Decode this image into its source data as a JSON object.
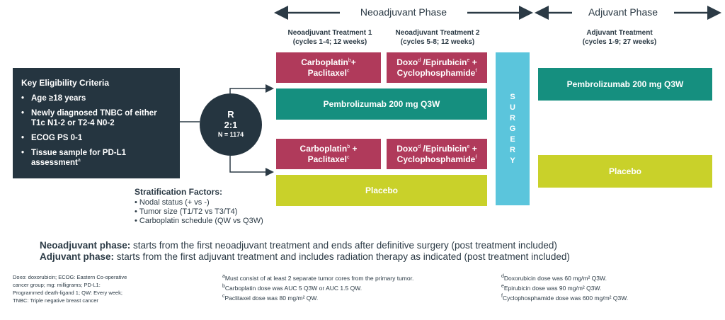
{
  "phases": {
    "neoadjuvant": "Neoadjuvant Phase",
    "adjuvant": "Adjuvant Phase"
  },
  "columns": {
    "neo1_title": "Neoadjuvant Treatment 1",
    "neo1_sub": "(cycles 1-4; 12 weeks)",
    "neo2_title": "Neoadjuvant Treatment 2",
    "neo2_sub": "(cycles 5-8; 12 weeks)",
    "adj_title": "Adjuvant Treatment",
    "adj_sub": "(cycles 1-9; 27 weeks)"
  },
  "eligibility": {
    "title": "Key Eligibility Criteria",
    "items": [
      "Age ≥18 years",
      "Newly diagnosed TNBC of either T1c N1-2 or T2-4 N0-2",
      "ECOG PS 0-1",
      "Tissue sample for PD-L1 assessment"
    ],
    "item4_sup": "a"
  },
  "randomization": {
    "label": "R",
    "ratio": "2:1",
    "n": "N = 1174"
  },
  "arm1": {
    "carbo_a": "Carboplatin",
    "carbo_sup": "b",
    "carbo_b": "+",
    "pacli": "Paclitaxel",
    "pacli_sup": "c",
    "doxo": "Doxo",
    "doxo_sup": "d",
    "epi": "/Epirubicin",
    "epi_sup": "e",
    "epi_plus": "+",
    "cyclo": "Cyclophosphamide",
    "cyclo_sup": "f",
    "pembro": "Pembrolizumab 200 mg Q3W"
  },
  "arm2": {
    "carbo_a": "Carboplatin",
    "carbo_sup": "b",
    "carbo_b": "+",
    "pacli": "Paclitaxel",
    "pacli_sup": "c",
    "doxo": "Doxo",
    "doxo_sup": "d",
    "epi": "/Epirubicin",
    "epi_sup": "e",
    "epi_plus": "+",
    "cyclo": "Cyclophosphamide",
    "cyclo_sup": "f",
    "placebo": "Placebo"
  },
  "surgery": [
    "S",
    "U",
    "R",
    "G",
    "E",
    "R",
    "Y"
  ],
  "adjuvant": {
    "pembro": "Pembrolizumab 200 mg Q3W",
    "placebo": "Placebo"
  },
  "stratification": {
    "title": "Stratification Factors:",
    "items": [
      "Nodal status (+ vs -)",
      "Tumor size (T1/T2 vs T3/T4)",
      "Carboplatin schedule (QW vs Q3W)"
    ]
  },
  "definitions": {
    "neo_label": "Neoadjuvant phase:",
    "neo_text": "starts from the first neoadjuvant treatment and ends after definitive surgery (post treatment included)",
    "adj_label": "Adjuvant phase:",
    "adj_text": "starts from the first adjuvant treatment and includes radiation therapy as indicated (post treatment included)"
  },
  "abbreviations": "Doxo: doxorubicin; ECOG: Eastern Co-operative cancer group; mg: milligrams; PD-L1: Programmed death-ligand 1; QW: Every week; TNBC: Triple negative breast cancer",
  "notes_left": [
    {
      "sup": "a",
      "text": "Must consist of at least 2 separate tumor cores from the primary tumor."
    },
    {
      "sup": "b",
      "text": "Carboplatin dose was AUC 5 Q3W or AUC 1.5 QW."
    },
    {
      "sup": "c",
      "text": "Paclitaxel dose was 80 mg/m² QW."
    }
  ],
  "notes_right": [
    {
      "sup": "d",
      "text": "Doxorubicin dose was 60 mg/m² Q3W."
    },
    {
      "sup": "e",
      "text": "Epirubicin dose was 90 mg/m² Q3W."
    },
    {
      "sup": "f",
      "text": "Cyclophosphamide dose was 600 mg/m² Q3W."
    }
  ],
  "colors": {
    "maroon": "#b03a5b",
    "teal": "#158f7f",
    "lime": "#c9d12a",
    "surgery": "#5bc5dc",
    "navy": "#253540"
  }
}
